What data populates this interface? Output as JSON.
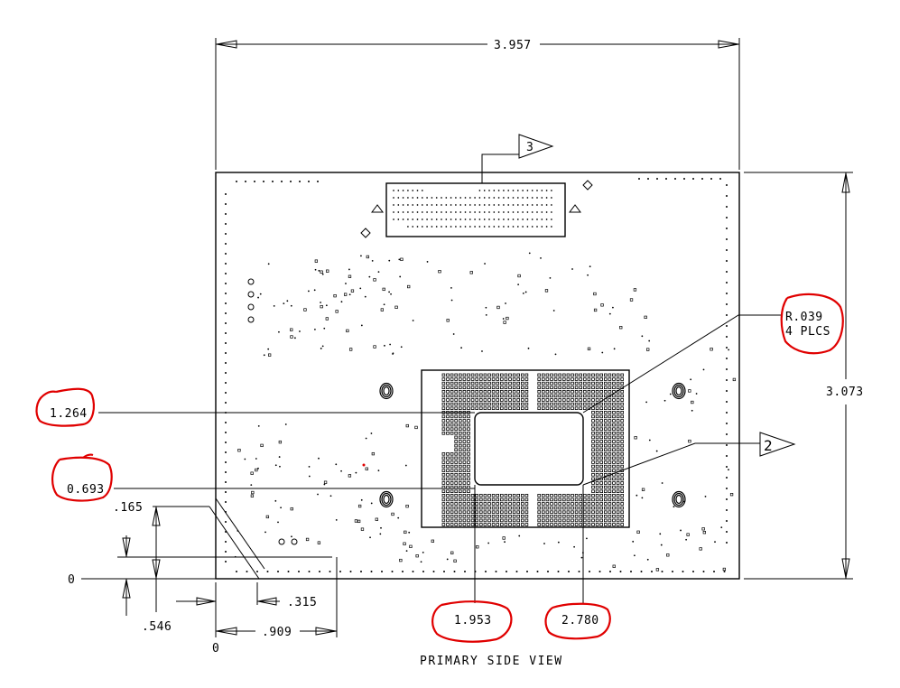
{
  "view_title": "PRIMARY SIDE VIEW",
  "dimensions": {
    "overall_width": "3.957",
    "overall_height": "3.073",
    "y_1264": "1.264",
    "y_0693": "0.693",
    "y_0165": ".165",
    "y_0": "0",
    "y_0546": ".546",
    "x_0315": ".315",
    "x_0909": ".909",
    "x_0": "0",
    "x_1953": "1.953",
    "x_2780": "2.780",
    "radius_line1": "R.039",
    "radius_line2": "4 PLCS"
  },
  "callouts": {
    "connector_ref": "3",
    "socket_ref": "2"
  },
  "colors": {
    "ink": "#000000",
    "markup": "#e00000"
  }
}
